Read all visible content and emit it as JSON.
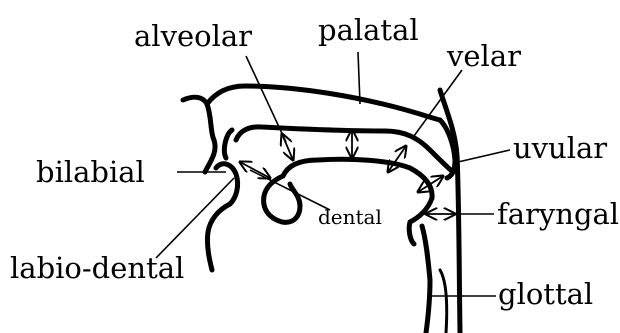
{
  "labels": {
    "alveolar": "alveolar",
    "palatal": "palatal",
    "velar": "velar",
    "uvular": "uvular",
    "bilabial": "bilabial",
    "dental": "dental",
    "faryngal": "faryngal",
    "labio_dental": "labio-dental",
    "glottal": "glottal"
  }
}
